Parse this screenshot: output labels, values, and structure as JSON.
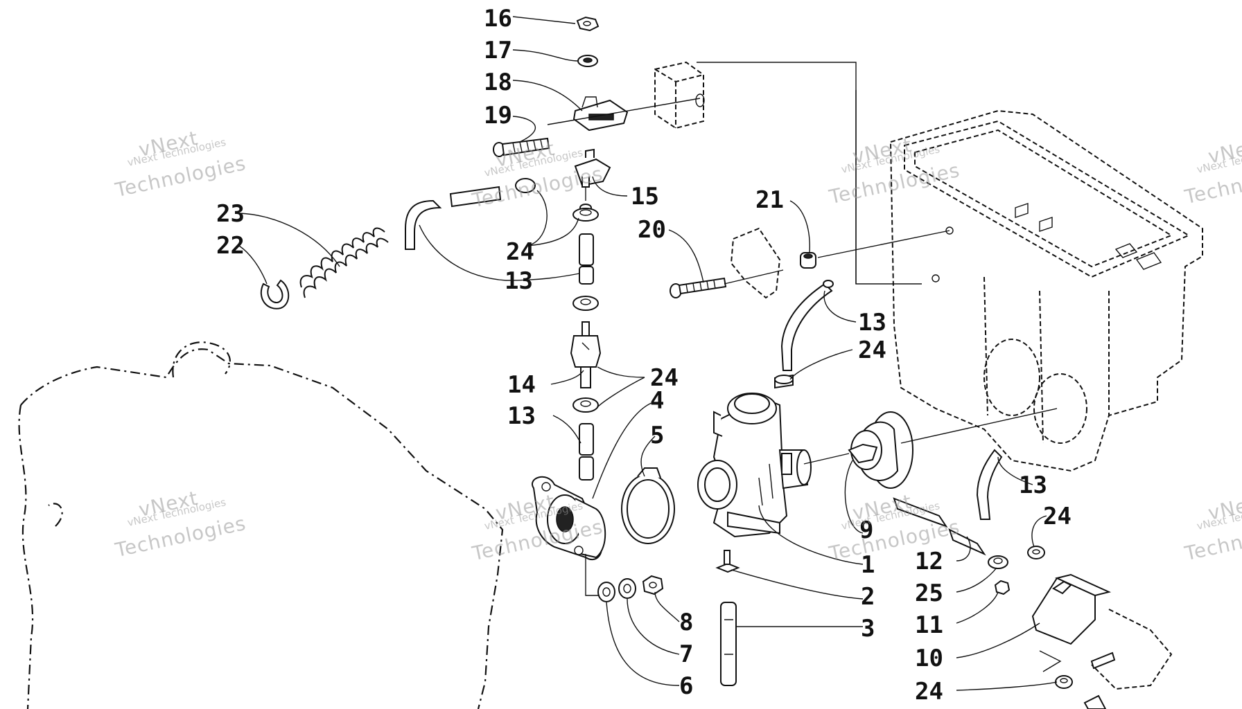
{
  "watermark": {
    "small": "vNext Technologies",
    "big": "Technologies",
    "prefix": "vNext"
  },
  "callouts": {
    "c16": "16",
    "c17": "17",
    "c18": "18",
    "c19": "19",
    "c15": "15",
    "c23": "23",
    "c22": "22",
    "c24a": "24",
    "c13a": "13",
    "c21": "21",
    "c20": "20",
    "c13b": "13",
    "c24b": "24",
    "c14": "14",
    "c24c": "24",
    "c4": "4",
    "c13c": "13",
    "c5": "5",
    "c9": "9",
    "c1": "1",
    "c2": "2",
    "c3": "3",
    "c8": "8",
    "c7": "7",
    "c6": "6",
    "c13d": "13",
    "c24d": "24",
    "c12": "12",
    "c25": "25",
    "c11": "11",
    "c10": "10",
    "c24e": "24"
  }
}
